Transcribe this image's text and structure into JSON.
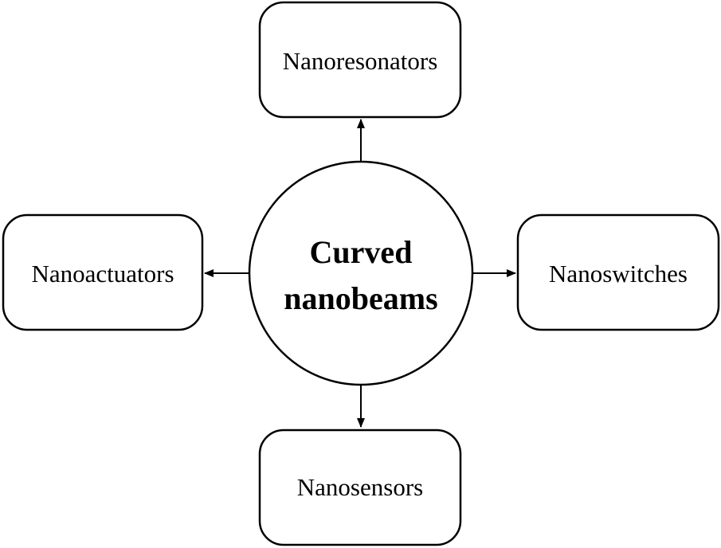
{
  "hub": {
    "line1": "Curved",
    "line2": "nanobeams"
  },
  "applications": {
    "top": "Nanoresonators",
    "left": "Nanoactuators",
    "right": "Nanoswitches",
    "bottom": "Nanosensors"
  }
}
